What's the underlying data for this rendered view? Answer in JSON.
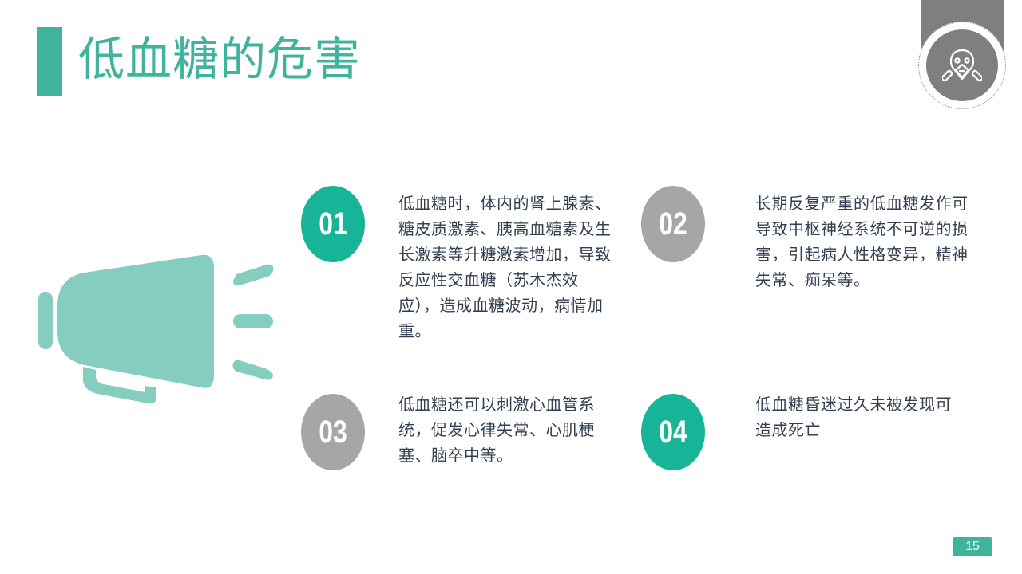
{
  "slide": {
    "title": "低血糖的危害",
    "page_number": "15",
    "corner_icon": "gas-mask-icon",
    "illustration_icon": "megaphone-icon"
  },
  "items": [
    {
      "number": "01",
      "color": "#17b497",
      "text": "低血糖时，体内的肾上腺素、糖皮质激素、胰高血糖素及生长激素等升糖激素增加，导致反应性交血糖（苏木杰效应），造成血糖波动，病情加重。"
    },
    {
      "number": "02",
      "color": "#a6a6a6",
      "text": "长期反复严重的低血糖发作可导致中枢神经系统不可逆的损害，引起病人性格变异，精神失常、痴呆等。"
    },
    {
      "number": "03",
      "color": "#a6a6a6",
      "text": "低血糖还可以刺激心血管系统，促发心律失常、心肌梗塞、脑卒中等。"
    },
    {
      "number": "04",
      "color": "#17b497",
      "text": "低血糖昏迷过久未被发现可造成死亡"
    }
  ],
  "colors": {
    "accent": "#3fb39b",
    "teal": "#17b497",
    "gray": "#a6a6a6",
    "megaphone": "#84cdbf",
    "corner_gray": "#7f7f7f",
    "text": "#333f50"
  }
}
